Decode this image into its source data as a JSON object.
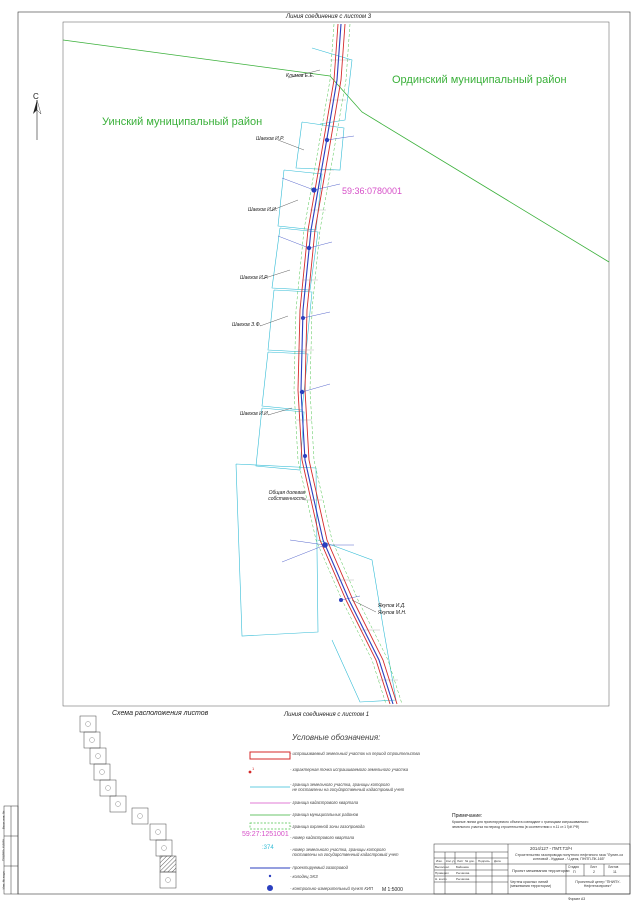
{
  "header": {
    "top_connection": "Линия соединения с листом 3",
    "bottom_connection": "Линия соединения с листом 1"
  },
  "districts": {
    "orda": "Ординский муниципальный район",
    "uinsk": "Уинский муниципальный район",
    "cadastral_quarter": "59:36:0780001",
    "district_color": "#3ab03a",
    "cadastral_color": "#d64fc8"
  },
  "owners": [
    "Климов Е.Е.",
    "Шаехов И.Р.",
    "Шаехов И.И.",
    "Шаехов И.Р.",
    "Шаехов З.Ф.",
    "Шаехов И.И.",
    "Общая долевая собственность",
    "Якупов И.Д.",
    "Якупов М.Н."
  ],
  "north_arrow": "С",
  "scheme_title": "Схема расположения листов",
  "legend": {
    "title": "Условные обозначения:",
    "items": [
      "- испрашиваемый земельный участок на период строительства",
      "- характерная точка испрашиваемого земельного участка",
      "- граница земельного участка, границы которого\n  не поставлены на государственный кадастровый учет",
      "- граница кадастрового квартала",
      "- граница муниципальных районов",
      "- граница охранной зоны газопровода",
      "- номер кадастрового квартала",
      "- номер земельного участка, границы которого\n  поставлены на государственный кадастровый учет",
      "- проектируемый газопровод",
      "- колодец ЭХЗ",
      "- контрольно-измерительный пункт КИП"
    ],
    "sample_cadastral": "59:27:1251001",
    "sample_parcel": ":374",
    "sample_point": "1"
  },
  "notes": {
    "title": "Примечание:",
    "text": "Красные линии для проектируемого объекта совпадают с границами испрашиваемого\nземельного участка на период строительства (в соответствии с п.11 ст.1 ГрК РФ)"
  },
  "scale": "М 1:5000",
  "title_block": {
    "code": "2014/127 - ПМТ.ТЗ/Ч",
    "project": "Строительство газопровода попутного нефтяного газа \"Лупин-оз котловой - Кудаши - Ч.деяк, ПНПП-ПК-165\"",
    "stage_label": "Стадия",
    "sheet_label": "Лист",
    "sheets_label": "Листов",
    "stage": "П",
    "sheet": "2",
    "sheets": "11",
    "drawing_title": "Проект межевания территории",
    "drawing_subtitle": "Чертеж красных линий (межевания территории)",
    "org": "Проектный центр \"ПНИПУ-Нефтегазпроект\"",
    "format": "Формат А3",
    "columns": [
      "Изм.",
      "Кол.уч.",
      "Лист",
      "№ док.",
      "Подпись",
      "Дата"
    ],
    "roles": [
      {
        "role": "Выполнил",
        "name": "Байшева"
      },
      {
        "role": "Проверил",
        "name": "Рычагова"
      },
      {
        "role": "Н. контр.",
        "name": "Рычагова"
      }
    ],
    "side_stamp": [
      "Взам. инв. №",
      "Подпись и дата",
      "Инв. № подл."
    ]
  }
}
